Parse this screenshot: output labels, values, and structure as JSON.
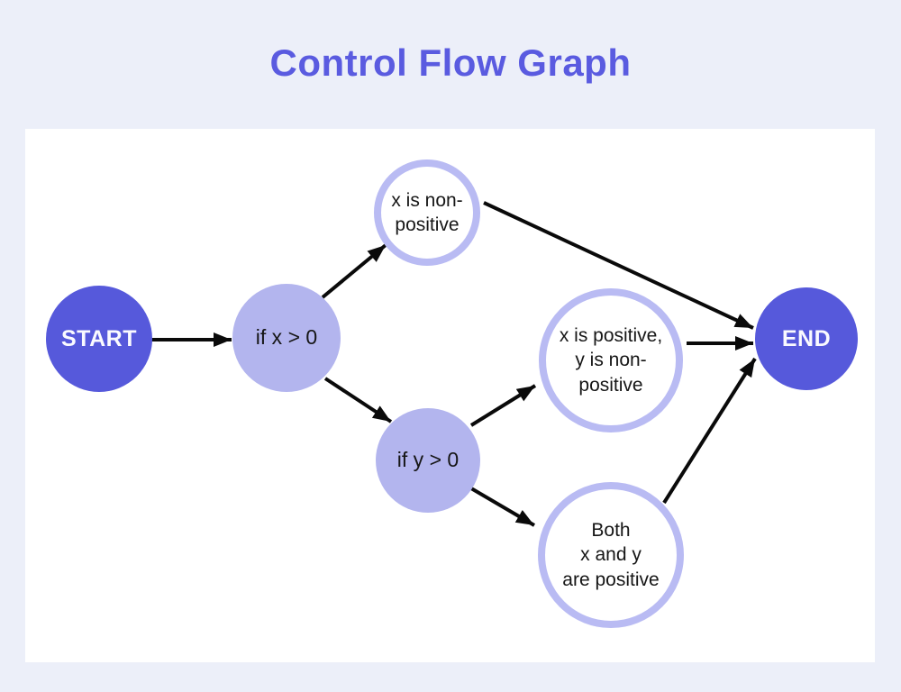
{
  "title": "Control Flow Graph",
  "colors": {
    "background": "#ECEFF9",
    "canvas": "#FFFFFF",
    "title_text": "#5A5BE0",
    "node_terminal_fill": "#5659DB",
    "node_decision_fill": "#B3B5EE",
    "node_outcome_border": "#B9BBF3",
    "node_text": "#161616",
    "terminal_text": "#FAFAFF",
    "edge": "#0A0A0A"
  },
  "diagram": {
    "type": "control-flow-graph",
    "nodes": [
      {
        "id": "start",
        "label": "START",
        "type": "terminal"
      },
      {
        "id": "if-x",
        "label": "if x > 0",
        "type": "decision"
      },
      {
        "id": "x-non-positive",
        "label": "x is non-\npositive",
        "type": "outcome"
      },
      {
        "id": "if-y",
        "label": "if y > 0",
        "type": "decision"
      },
      {
        "id": "x-pos-y-non-positive",
        "label": "x is positive,\ny is non-\npositive",
        "type": "outcome"
      },
      {
        "id": "both-positive",
        "label": "Both\nx and y\nare positive",
        "type": "outcome"
      },
      {
        "id": "end",
        "label": "END",
        "type": "terminal"
      }
    ],
    "edges": [
      {
        "from": "start",
        "to": "if-x"
      },
      {
        "from": "if-x",
        "to": "x-non-positive"
      },
      {
        "from": "if-x",
        "to": "if-y"
      },
      {
        "from": "x-non-positive",
        "to": "end"
      },
      {
        "from": "if-y",
        "to": "x-pos-y-non-positive"
      },
      {
        "from": "if-y",
        "to": "both-positive"
      },
      {
        "from": "x-pos-y-non-positive",
        "to": "end"
      },
      {
        "from": "both-positive",
        "to": "end"
      }
    ]
  }
}
